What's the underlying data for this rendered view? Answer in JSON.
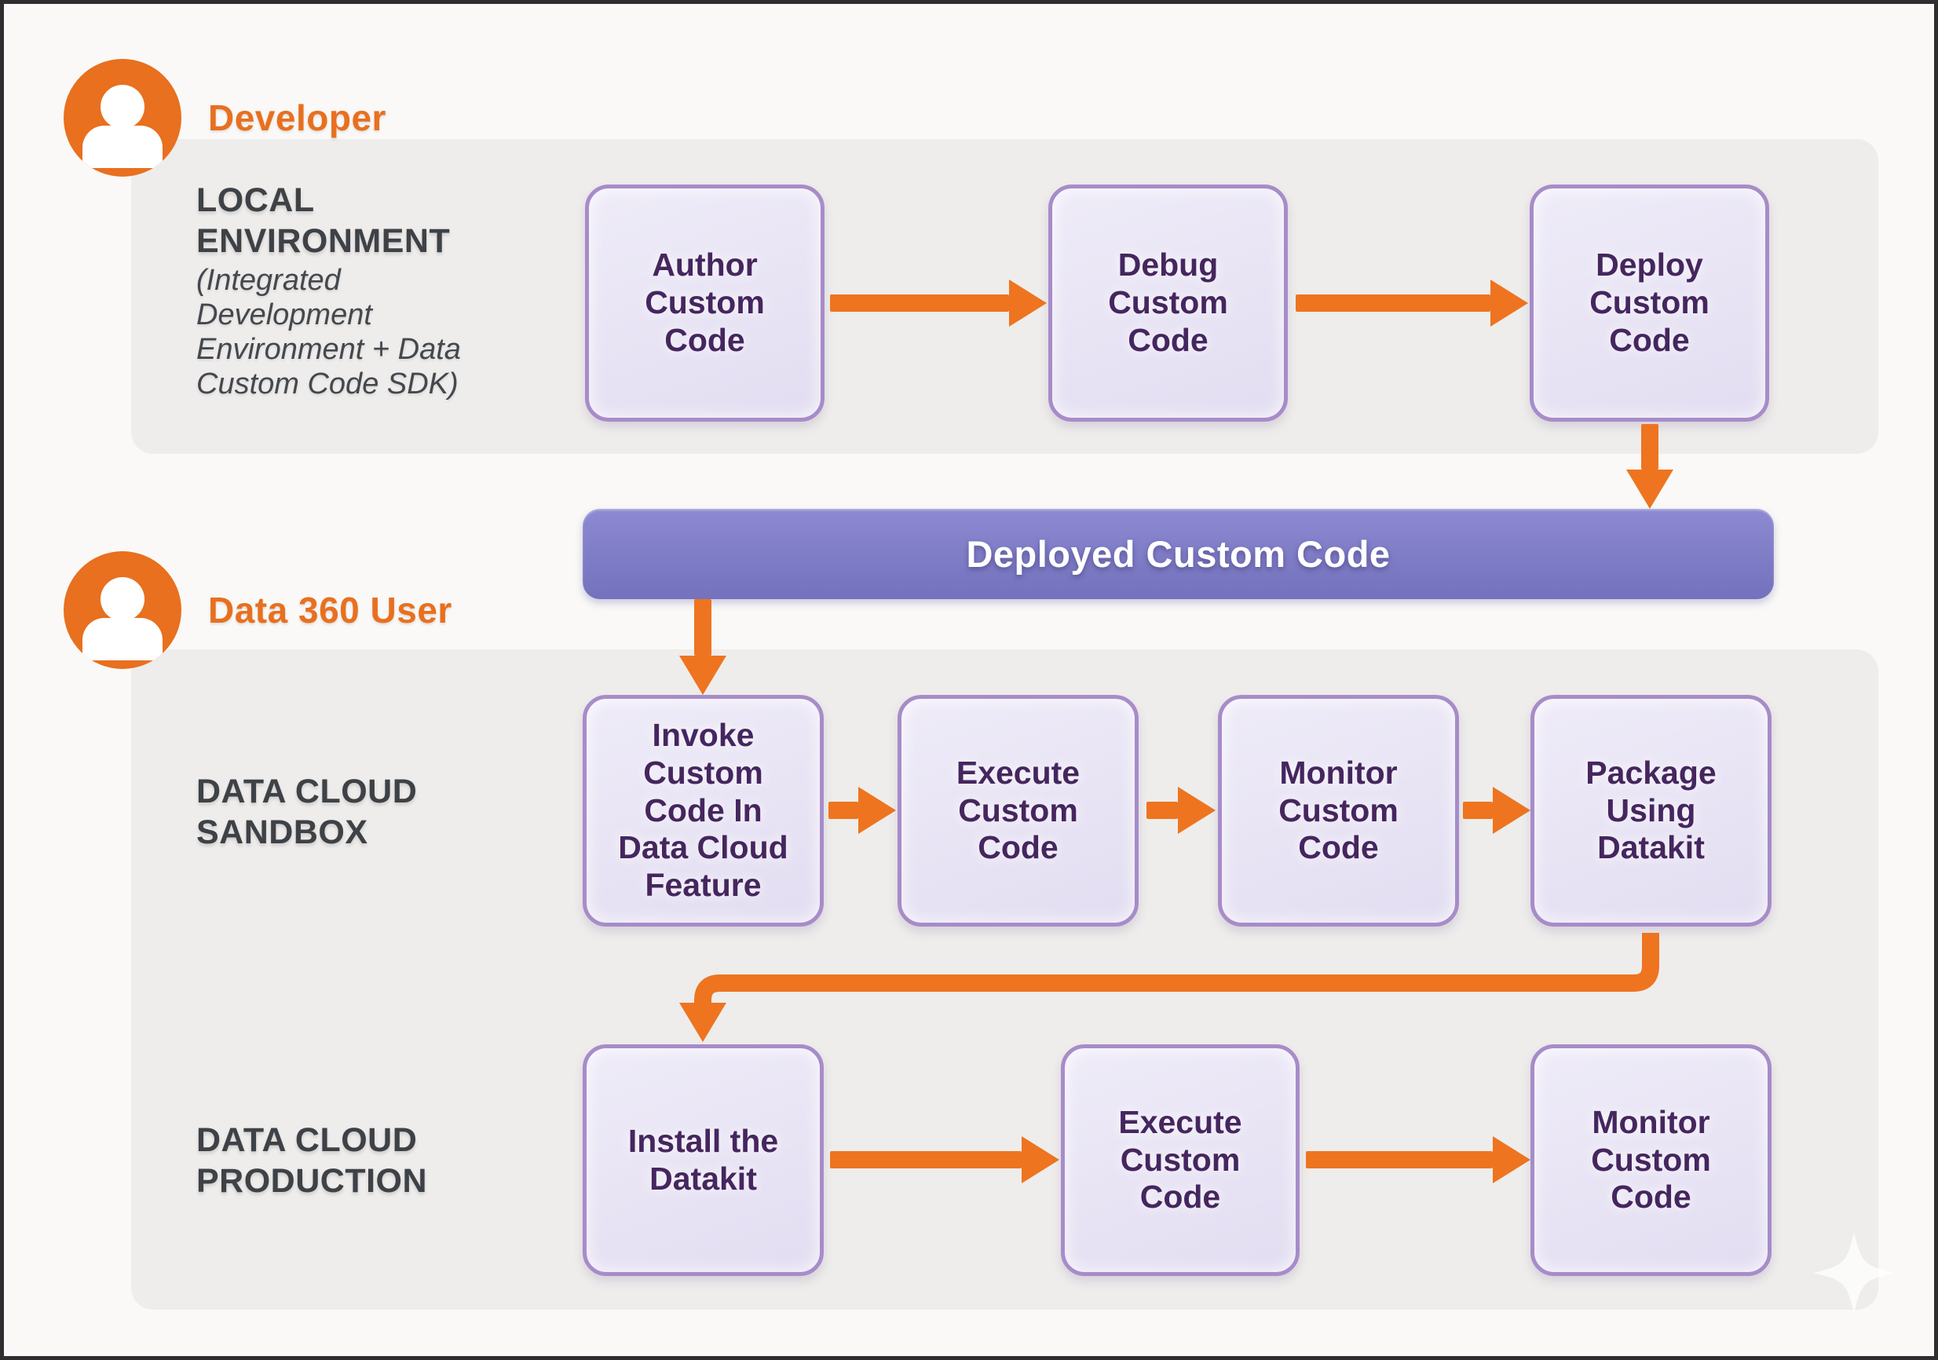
{
  "actors": {
    "developer": {
      "label": "Developer"
    },
    "data360": {
      "label": "Data 360 User"
    }
  },
  "sections": {
    "local_environment": {
      "title": "LOCAL\nENVIRONMENT",
      "subtitle": "(Integrated\nDevelopment\nEnvironment + Data\nCustom Code SDK)"
    },
    "sandbox": {
      "label": "DATA CLOUD\nSANDBOX"
    },
    "production": {
      "label": "DATA CLOUD\nPRODUCTION"
    }
  },
  "banner": {
    "label": "Deployed Custom Code"
  },
  "boxes": {
    "local": [
      {
        "label": "Author\nCustom\nCode"
      },
      {
        "label": "Debug\nCustom\nCode"
      },
      {
        "label": "Deploy\nCustom\nCode"
      }
    ],
    "sandbox": [
      {
        "label": "Invoke\nCustom\nCode In\nData Cloud\nFeature"
      },
      {
        "label": "Execute\nCustom\nCode"
      },
      {
        "label": "Monitor\nCustom\nCode"
      },
      {
        "label": "Package\nUsing\nDatakit"
      }
    ],
    "production": [
      {
        "label": "Install the\nDatakit"
      },
      {
        "label": "Execute\nCustom\nCode"
      },
      {
        "label": "Monitor\nCustom\nCode"
      }
    ]
  },
  "icons": {
    "developer": "person-icon",
    "data360": "person-icon",
    "decoration": "sparkle-icon"
  },
  "colors": {
    "orange_label": "#E8701F",
    "arrow_orange": "#EE7420",
    "box_fill": "#E9E5F5",
    "box_border": "#A78CC9",
    "box_text": "#45265E",
    "banner_fill": "#807DC8",
    "banner_text": "#FFFFFF",
    "panel_gray": "#EEEDEB",
    "label_text": "#3E4247",
    "background": "#FAF9F7"
  }
}
